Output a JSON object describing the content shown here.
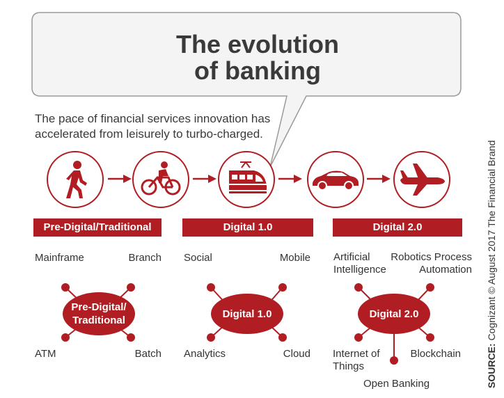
{
  "title_line1": "The evolution",
  "title_line2": "of banking",
  "subtitle_line1": "The pace of financial services innovation has",
  "subtitle_line2": "accelerated from leisurely to turbo-charged.",
  "icons": [
    "walking-person-icon",
    "bicycle-icon",
    "train-icon",
    "car-icon",
    "airplane-icon"
  ],
  "accent_color": "#b01e23",
  "stages": [
    {
      "bar_label": "Pre-Digital/Traditional",
      "top_left": "Mainframe",
      "top_right": "Branch",
      "center_line1": "Pre-Digital/",
      "center_line2": "Traditional",
      "bottom_left": "ATM",
      "bottom_right": "Batch"
    },
    {
      "bar_label": "Digital 1.0",
      "top_left": "Social",
      "top_right": "Mobile",
      "center": "Digital 1.0",
      "bottom_left": "Analytics",
      "bottom_right": "Cloud"
    },
    {
      "bar_label": "Digital 2.0",
      "top_left_line1": "Artificial",
      "top_left_line2": "Intelligence",
      "top_right_line1": "Robotics Process",
      "top_right_line2": "Automation",
      "center": "Digital 2.0",
      "bottom_left_line1": "Internet of",
      "bottom_left_line2": "Things",
      "bottom_right": "Blockchain",
      "bottom_center": "Open Banking"
    }
  ],
  "source_label": "SOURCE:",
  "source_text": " Cognizant © August 2017 The Financial Brand"
}
